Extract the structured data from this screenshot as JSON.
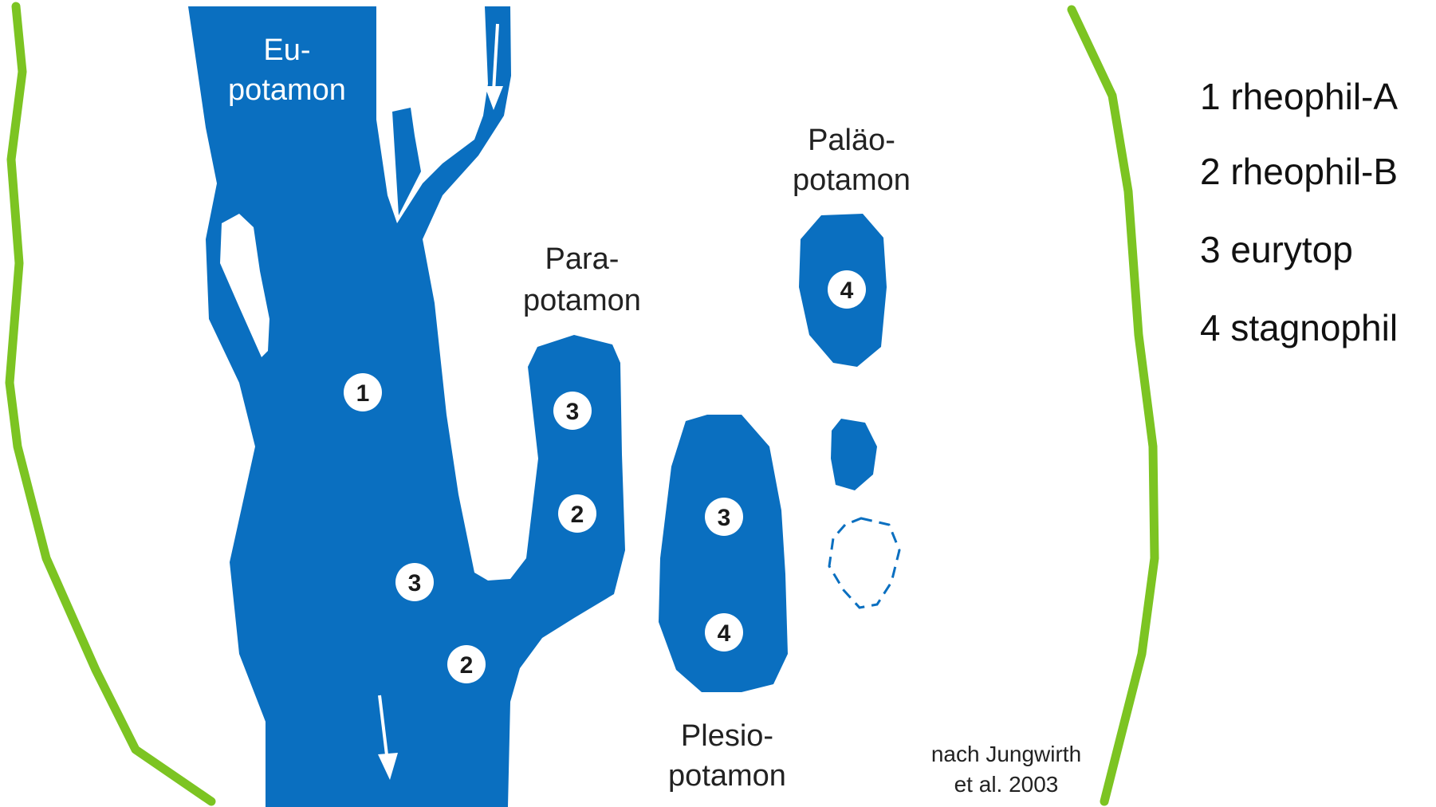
{
  "colors": {
    "water": "#0a6fc0",
    "bank": "#7cc422",
    "marker_fill": "#ffffff",
    "text": "#222222"
  },
  "labels": {
    "eupotamon": [
      "Eu-",
      "potamon"
    ],
    "parapotamon": [
      "Para-",
      "potamon"
    ],
    "palaeopotamon": [
      "Paläo-",
      "potamon"
    ],
    "plesiopotamon": [
      "Plesio-",
      "potamon"
    ]
  },
  "markers": [
    "1",
    "3",
    "2",
    "3",
    "2",
    "3",
    "4",
    "4"
  ],
  "citation": [
    "nach Jungwirth",
    "et al. 2003"
  ],
  "legend": [
    "1 rheophil-A",
    "2 rheophil-B",
    "3 eurytop",
    "4 stagnophil"
  ]
}
